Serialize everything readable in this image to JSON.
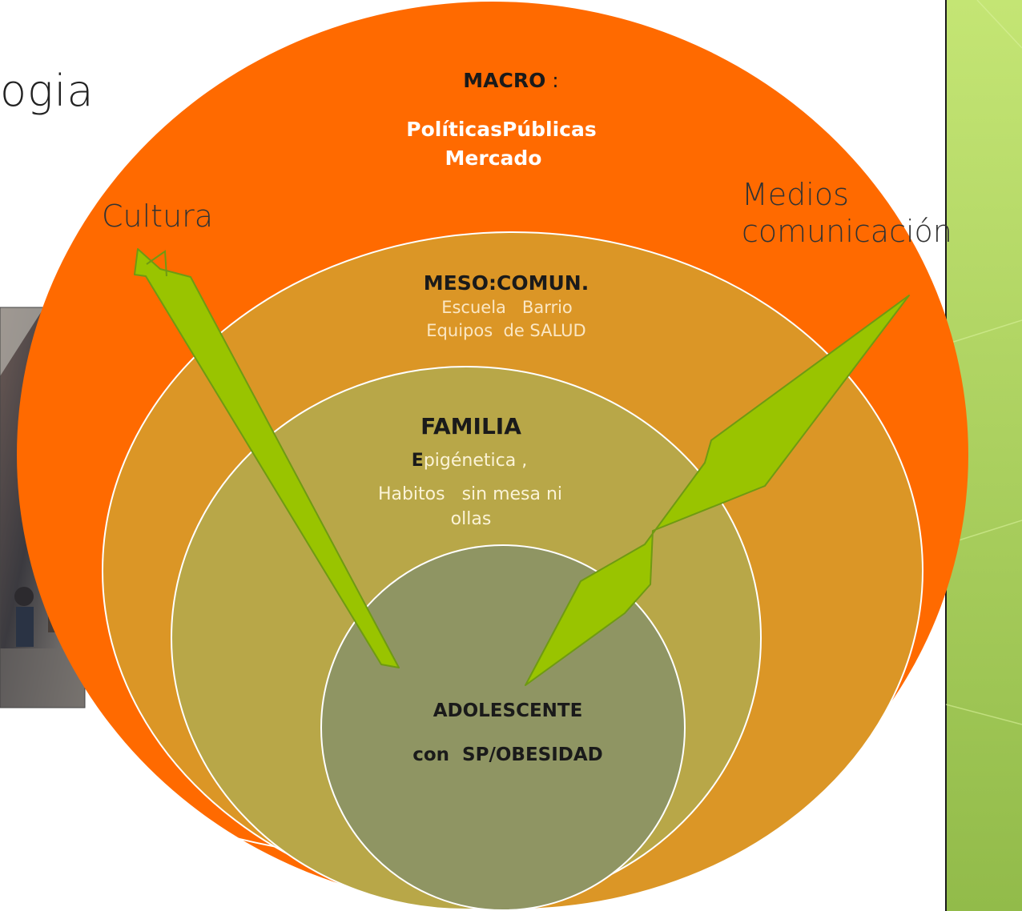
{
  "title_fragment": "ogia",
  "labels": {
    "cultura": "Cultura",
    "medios_line1": "Medios",
    "medios_line2": "comunicación"
  },
  "circles": {
    "macro": {
      "heading": "MACRO",
      "heading_suffix": " :",
      "line1": "PolíticasPúblicas",
      "line2": "Mercado"
    },
    "meso": {
      "heading": "MESO:COMUN.",
      "line1": "Escuela   Barrio",
      "line2": "Equipos  de SALUD"
    },
    "familia": {
      "heading": "FAMILIA",
      "line1_initial": "E",
      "line1_rest": "pigénetica ,",
      "line2": "Habitos   sin mesa ni",
      "line3": "ollas"
    },
    "center": {
      "line1": "ADOLESCENTE",
      "line2": "con  SP/OBESIDAD"
    }
  },
  "colors": {
    "macro": "#ff6a00",
    "meso": "#db9626",
    "familia": "#b8a748",
    "center": "#8f9563",
    "arrow_fill": "#99c400",
    "arrow_stroke": "#6f9a12",
    "right_panel_top": "#c4e574",
    "right_panel_bottom": "#92bb4a",
    "circle_stroke": "#ffffff"
  }
}
